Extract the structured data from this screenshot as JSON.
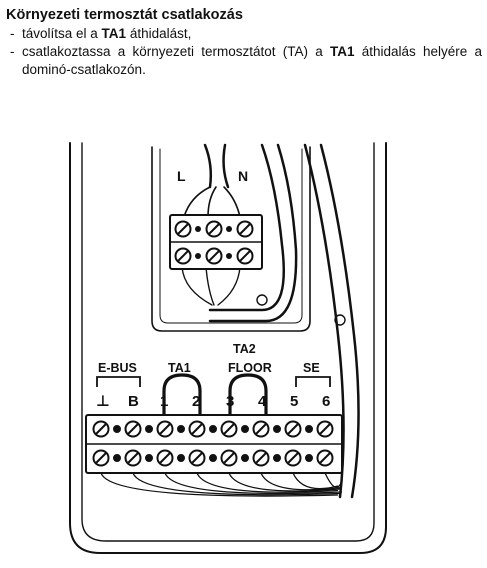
{
  "title": "Környezeti termosztát csatlakozás",
  "steps": [
    {
      "dash": "-",
      "pre": "távolítsa el a ",
      "bold": "TA1",
      "post": " áthidalást,"
    },
    {
      "dash": "-",
      "pre": "csatlakoztassa a környezeti termosztátot (TA) a ",
      "bold": "TA1",
      "post": " áthidalás helyére a dominó-csatlakozón."
    }
  ],
  "diagram": {
    "power_labels": [
      "L",
      "N"
    ],
    "group_labels": {
      "ebus": "E-BUS",
      "ta1": "TA1",
      "ta2_top": "TA2",
      "ta2_bottom": "FLOOR",
      "se": "SE"
    },
    "terminal_labels": [
      "⊥",
      "B",
      "1",
      "2",
      "3",
      "4",
      "5",
      "6"
    ]
  }
}
